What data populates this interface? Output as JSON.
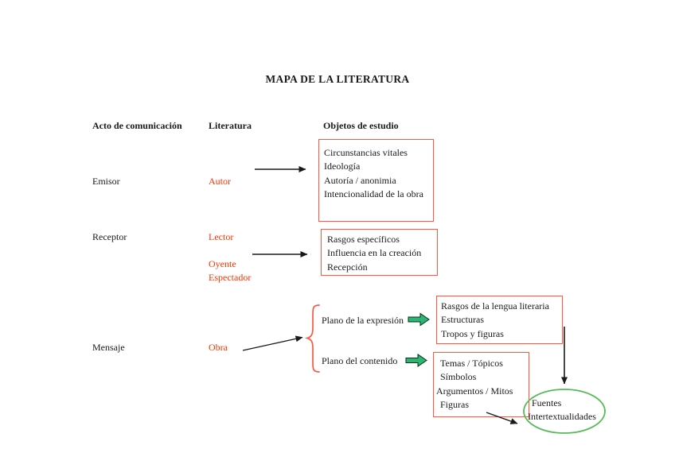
{
  "title": "MAPA DE LA LITERATURA",
  "headers": {
    "acto": "Acto de comunicación",
    "literatura": "Literatura",
    "objetos": "Objetos de estudio"
  },
  "acto_items": {
    "emisor": "Emisor",
    "receptor": "Receptor",
    "mensaje": "Mensaje"
  },
  "literatura_items": {
    "autor": "Autor",
    "lector": "Lector",
    "oyente": "Oyente",
    "espectador": "Espectador",
    "obra": "Obra"
  },
  "planos": {
    "expresion": "Plano de la expresión",
    "contenido": "Plano del contenido"
  },
  "boxes": {
    "autor_box": {
      "lines": [
        "Circunstancias vitales",
        "Ideología",
        "Autoría  / anonimia",
        "Intencionalidad de la obra"
      ]
    },
    "lector_box": {
      "lines": [
        "Rasgos específicos",
        "Influencia en la creación",
        "Recepción"
      ]
    },
    "expresion_box": {
      "lines": [
        "Rasgos de la lengua literaria",
        "Estructuras",
        "Tropos y figuras"
      ]
    },
    "contenido_box": {
      "lines": [
        "Temas /  Tópicos",
        "Símbolos",
        "Argumentos / Mitos",
        "Figuras"
      ]
    }
  },
  "ellipse": {
    "lines": [
      "Fuentes",
      "Intertextualidades"
    ]
  },
  "colors": {
    "red_text": "#ff3300",
    "box_border": "#ff5640",
    "brace": "#ff5640",
    "green_arrow_fill": "#2eb573",
    "ellipse_stroke": "#55bb55",
    "arrow_black": "#1a1a1a"
  }
}
